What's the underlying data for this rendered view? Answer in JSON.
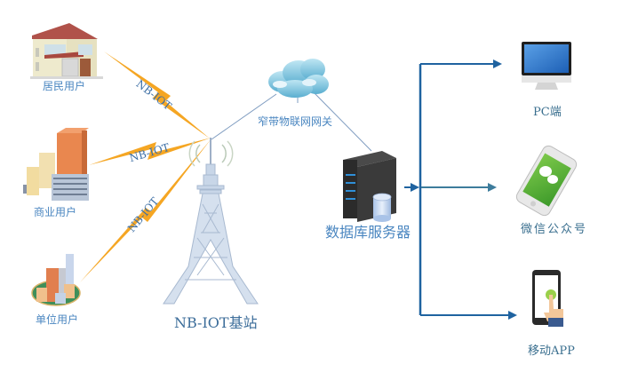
{
  "diagram": {
    "users": [
      {
        "label": "居民用户",
        "icon": "house-icon"
      },
      {
        "label": "商业用户",
        "icon": "office-buildings-icon"
      },
      {
        "label": "单位用户",
        "icon": "campus-buildings-icon"
      }
    ],
    "link_labels": [
      "NB-IOT",
      "NB-IOT",
      "NB-IOT"
    ],
    "base_station": {
      "label": "NB-IOT基站",
      "icon": "radio-tower-icon"
    },
    "gateway": {
      "label": "窄带物联网网关",
      "icon": "cloud-icon"
    },
    "server": {
      "label": "数据库服务器",
      "icon": "database-server-icon"
    },
    "clients": [
      {
        "label": "PC端",
        "icon": "desktop-monitor-icon"
      },
      {
        "label": "微信公众号",
        "icon": "wechat-phone-icon"
      },
      {
        "label": "移动APP",
        "icon": "mobile-app-icon"
      }
    ],
    "colors": {
      "wireless": "#f5a623",
      "wire": "#6f8fb5",
      "arrow": "#1f63a0",
      "label": "#4a86c0"
    }
  }
}
